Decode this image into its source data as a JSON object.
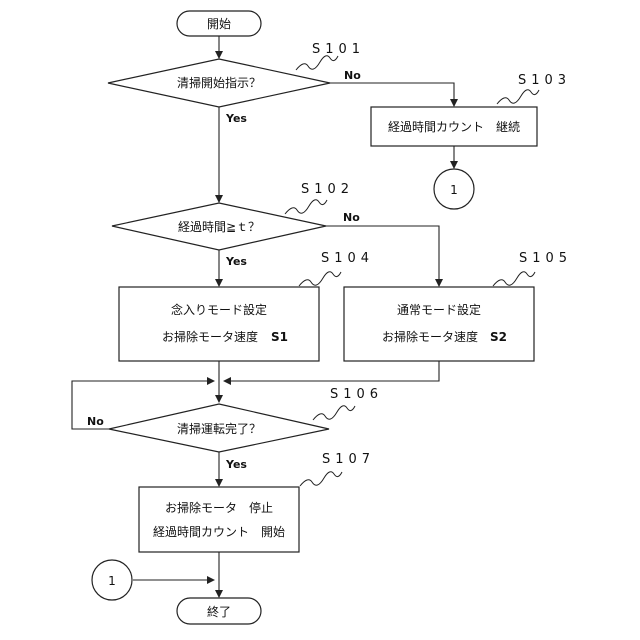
{
  "nodes": {
    "start": {
      "label": "開始"
    },
    "s101": {
      "label": "清掃開始指示？",
      "step": "S101"
    },
    "s103": {
      "label": "経過時間カウント　継続",
      "step": "S103"
    },
    "conn_top": {
      "label": "1"
    },
    "s102": {
      "label": "経過時間≧ｔ？",
      "step": "S102"
    },
    "s104": {
      "line1": "念入りモード設定",
      "line2": "お掃除モータ速度",
      "speed": "S1",
      "step": "S104"
    },
    "s105": {
      "line1": "通常モード設定",
      "line2": "お掃除モータ速度",
      "speed": "S2",
      "step": "S105"
    },
    "s106": {
      "label": "清掃運転完了？",
      "step": "S106"
    },
    "s107": {
      "line1": "お掃除モータ　停止",
      "line2": "経過時間カウント　開始",
      "step": "S107"
    },
    "conn_bottom": {
      "label": "1"
    },
    "end": {
      "label": "終了"
    }
  },
  "edges": {
    "s101_no": "No",
    "s101_yes": "Yes",
    "s102_no": "No",
    "s102_yes": "Yes",
    "s106_no": "No",
    "s106_yes": "Yes"
  }
}
